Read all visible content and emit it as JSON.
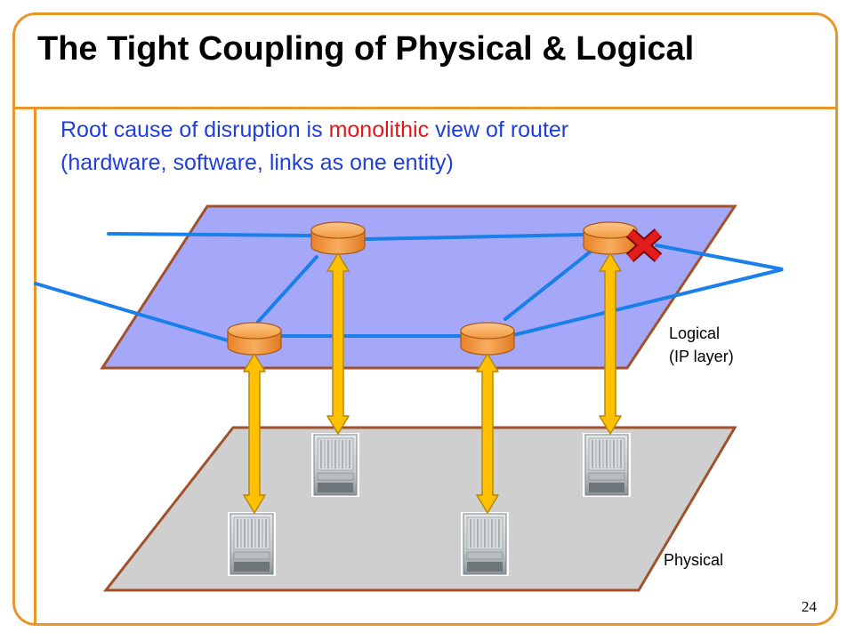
{
  "slide": {
    "title": "The Tight Coupling of Physical & Logical",
    "subtitle_part1": "Root cause of disruption is ",
    "subtitle_highlight": "monolithic",
    "subtitle_part2": " view of router",
    "subtitle_line2": "(hardware, software, links as one entity)",
    "page_number": "24"
  },
  "diagram": {
    "logical_label_1": "Logical",
    "logical_label_2": "(IP layer)",
    "physical_label": "Physical"
  },
  "colors": {
    "accent": "#e8952a",
    "subtitle": "#1f3fd8",
    "highlight": "#e01818",
    "logical_plane": "#a5a8f8",
    "physical_plane": "#cfcfcf",
    "plane_border": "#a0522d",
    "link": "#1a7fe8",
    "router": "#f7a24a",
    "arrow": "#ffc000",
    "failure_mark": "#e21b1b"
  }
}
